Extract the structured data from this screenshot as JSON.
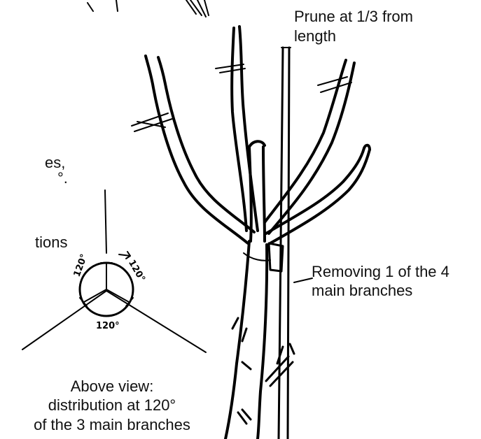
{
  "labels": {
    "prune": [
      "Prune at 1/3 from",
      "length"
    ],
    "removing": [
      "Removing 1 of the 4",
      "main branches"
    ],
    "above_view": [
      "Above view:",
      "distribution at 120°",
      "of the 3 main branches"
    ],
    "cut_off_left": [
      "es,",
      "°.",
      "tions"
    ]
  },
  "angle_marks": [
    "120°",
    "120°",
    "120°"
  ]
}
